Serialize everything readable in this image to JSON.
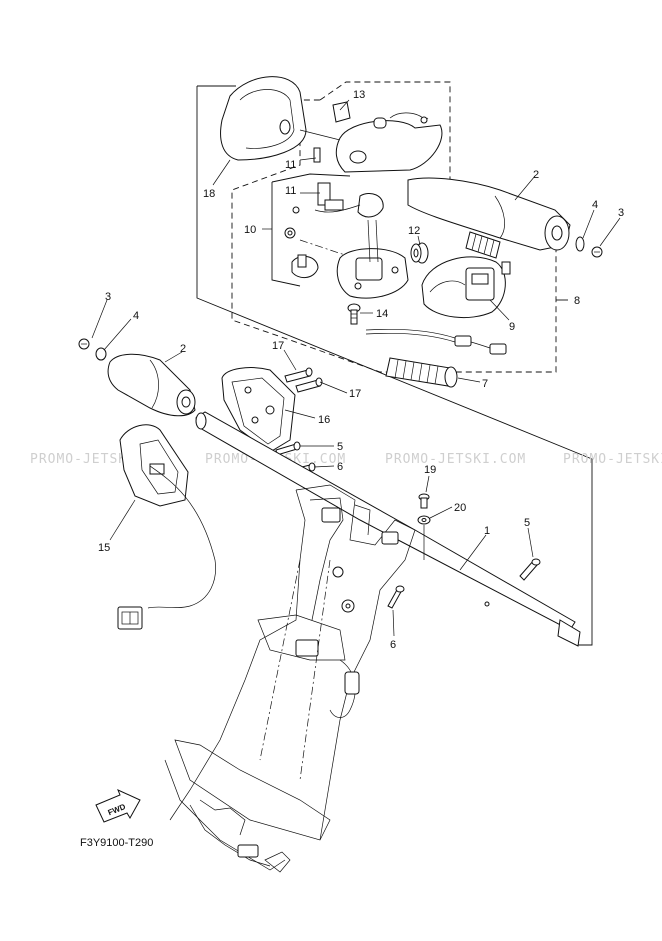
{
  "watermark": {
    "segments": [
      "PROMO-JETSKI.COM",
      "PROMO-JETSKI.COM",
      "PROMO-JETSKI.COM",
      "PROMO-JETSKI.COM"
    ]
  },
  "diagram_code": "F3Y9100-T290",
  "fwd_label": "FWD",
  "callouts": [
    {
      "id": "13a",
      "label": "13"
    },
    {
      "id": "11a",
      "label": "11"
    },
    {
      "id": "11b",
      "label": "11"
    },
    {
      "id": "18",
      "label": "18"
    },
    {
      "id": "10",
      "label": "10"
    },
    {
      "id": "2a",
      "label": "2"
    },
    {
      "id": "4a",
      "label": "4"
    },
    {
      "id": "3a",
      "label": "3"
    },
    {
      "id": "12",
      "label": "12"
    },
    {
      "id": "8",
      "label": "8"
    },
    {
      "id": "9",
      "label": "9"
    },
    {
      "id": "14",
      "label": "14"
    },
    {
      "id": "3b",
      "label": "3"
    },
    {
      "id": "4b",
      "label": "4"
    },
    {
      "id": "2b",
      "label": "2"
    },
    {
      "id": "17a",
      "label": "17"
    },
    {
      "id": "17b",
      "label": "17"
    },
    {
      "id": "7",
      "label": "7"
    },
    {
      "id": "16",
      "label": "16"
    },
    {
      "id": "5a",
      "label": "5"
    },
    {
      "id": "6a",
      "label": "6"
    },
    {
      "id": "19",
      "label": "19"
    },
    {
      "id": "20",
      "label": "20"
    },
    {
      "id": "1",
      "label": "1"
    },
    {
      "id": "5b",
      "label": "5"
    },
    {
      "id": "15",
      "label": "15"
    },
    {
      "id": "6b",
      "label": "6"
    }
  ]
}
